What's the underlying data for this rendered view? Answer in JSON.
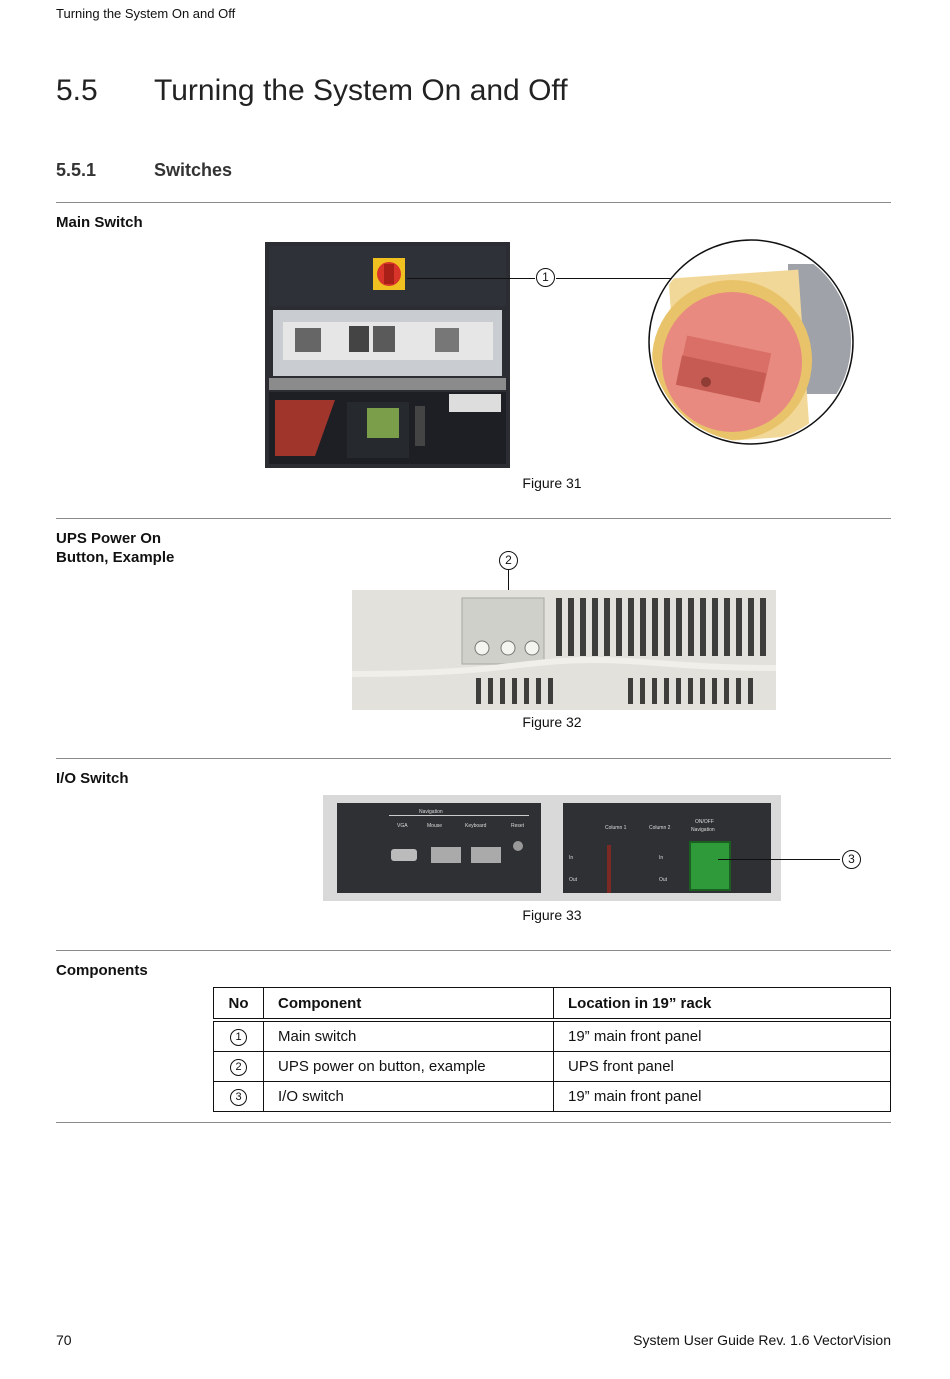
{
  "running_header": "Turning the System On and Off",
  "section": {
    "number": "5.5",
    "title": "Turning the System On and Off"
  },
  "subsection": {
    "number": "5.5.1",
    "title": "Switches"
  },
  "main_switch": {
    "label": "Main Switch",
    "caption": "Figure 31",
    "callout": "1"
  },
  "ups_button": {
    "label_line1": "UPS Power On",
    "label_line2": "Button, Example",
    "caption": "Figure 32",
    "callout": "2"
  },
  "io_switch": {
    "label": "I/O Switch",
    "caption": "Figure 33",
    "callout": "3",
    "panel_text": [
      "Navigation",
      "VGA",
      "Mouse",
      "Keyboard",
      "Reset",
      "Column 1",
      "Column 2",
      "ON/OFF",
      "Navigation",
      "In",
      "Out",
      "In",
      "Out"
    ]
  },
  "components": {
    "label": "Components",
    "headers": [
      "No",
      "Component",
      "Location in 19” rack"
    ],
    "rows": [
      {
        "no": "1",
        "component": "Main switch",
        "location": "19” main front panel"
      },
      {
        "no": "2",
        "component": "UPS power on button, example",
        "location": "UPS front panel"
      },
      {
        "no": "3",
        "component": "I/O switch",
        "location": "19” main front panel"
      }
    ]
  },
  "footer": {
    "page_number": "70",
    "doc_title": "System User Guide Rev. 1.6 VectorVision"
  },
  "colors": {
    "rule": "#8a8a8a",
    "switch_red": "#d8342a",
    "switch_yellow": "#f0c020",
    "io_green": "#2f9a3a",
    "knob_pink": "#e88a80"
  }
}
